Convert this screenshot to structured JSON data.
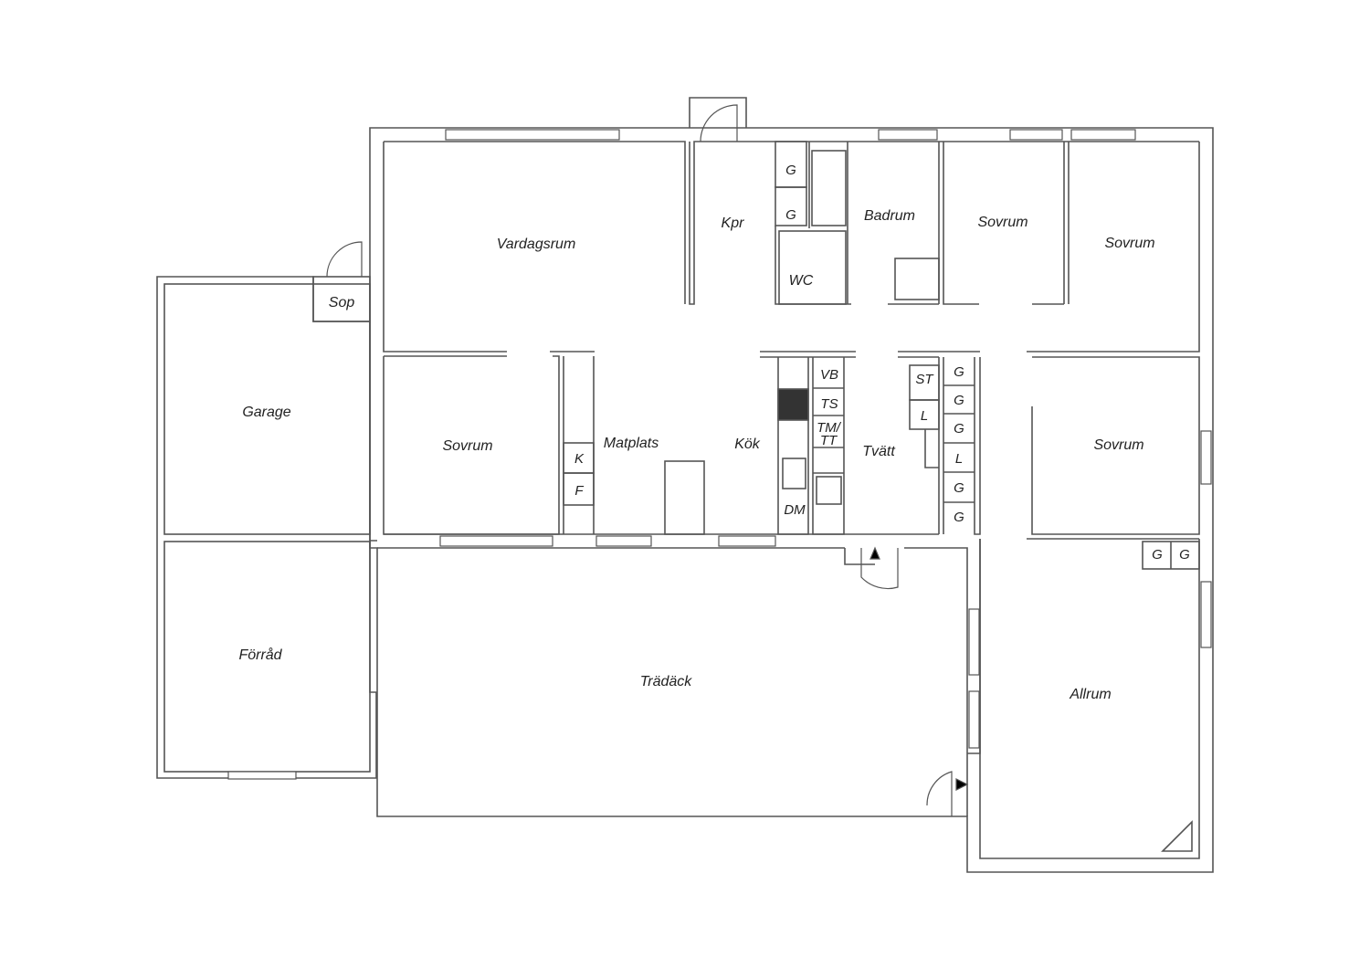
{
  "colors": {
    "background": "#ffffff",
    "wall": "#555555",
    "text": "#222222"
  },
  "rooms": {
    "vardagsrum": "Vardagsrum",
    "kpr": "Kpr",
    "wc": "WC",
    "badrum": "Badrum",
    "sovrum_1": "Sovrum",
    "sovrum_2": "Sovrum",
    "sovrum_3": "Sovrum",
    "sovrum_4": "Sovrum",
    "sop": "Sop",
    "garage": "Garage",
    "matplats": "Matplats",
    "kok": "Kök",
    "tvatt": "Tvätt",
    "forrad": "Förråd",
    "tradack": "Trädäck",
    "allrum": "Allrum"
  },
  "fixtures": {
    "kpr_g1": "G",
    "kpr_g2": "G",
    "vb": "VB",
    "ts": "TS",
    "tmtt": "TM/\nTT",
    "dm": "DM",
    "k": "K",
    "f": "F",
    "st": "ST",
    "l_tvatt": "L",
    "tv_g1": "G",
    "tv_g2": "G",
    "tv_g3": "G",
    "tv_l": "L",
    "tv_g4": "G",
    "tv_g5": "G",
    "allrum_g1": "G",
    "allrum_g2": "G"
  }
}
